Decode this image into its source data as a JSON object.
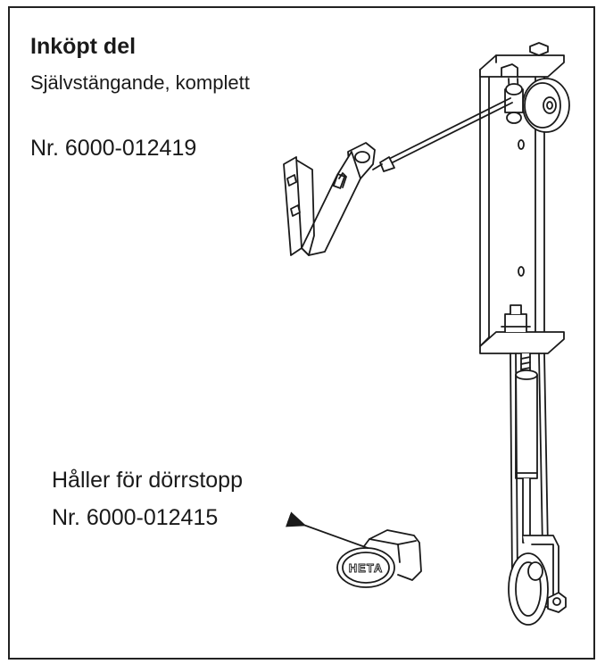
{
  "header": {
    "title": "Inköpt del",
    "subtitle": "Självstängande, komplett",
    "part_number": "Nr. 6000-012419"
  },
  "callout": {
    "label": "Håller för dörrstopp",
    "part_number": "Nr. 6000-012415"
  },
  "logo_text": "HETA",
  "colors": {
    "line": "#1a1a1a",
    "background": "#ffffff"
  }
}
